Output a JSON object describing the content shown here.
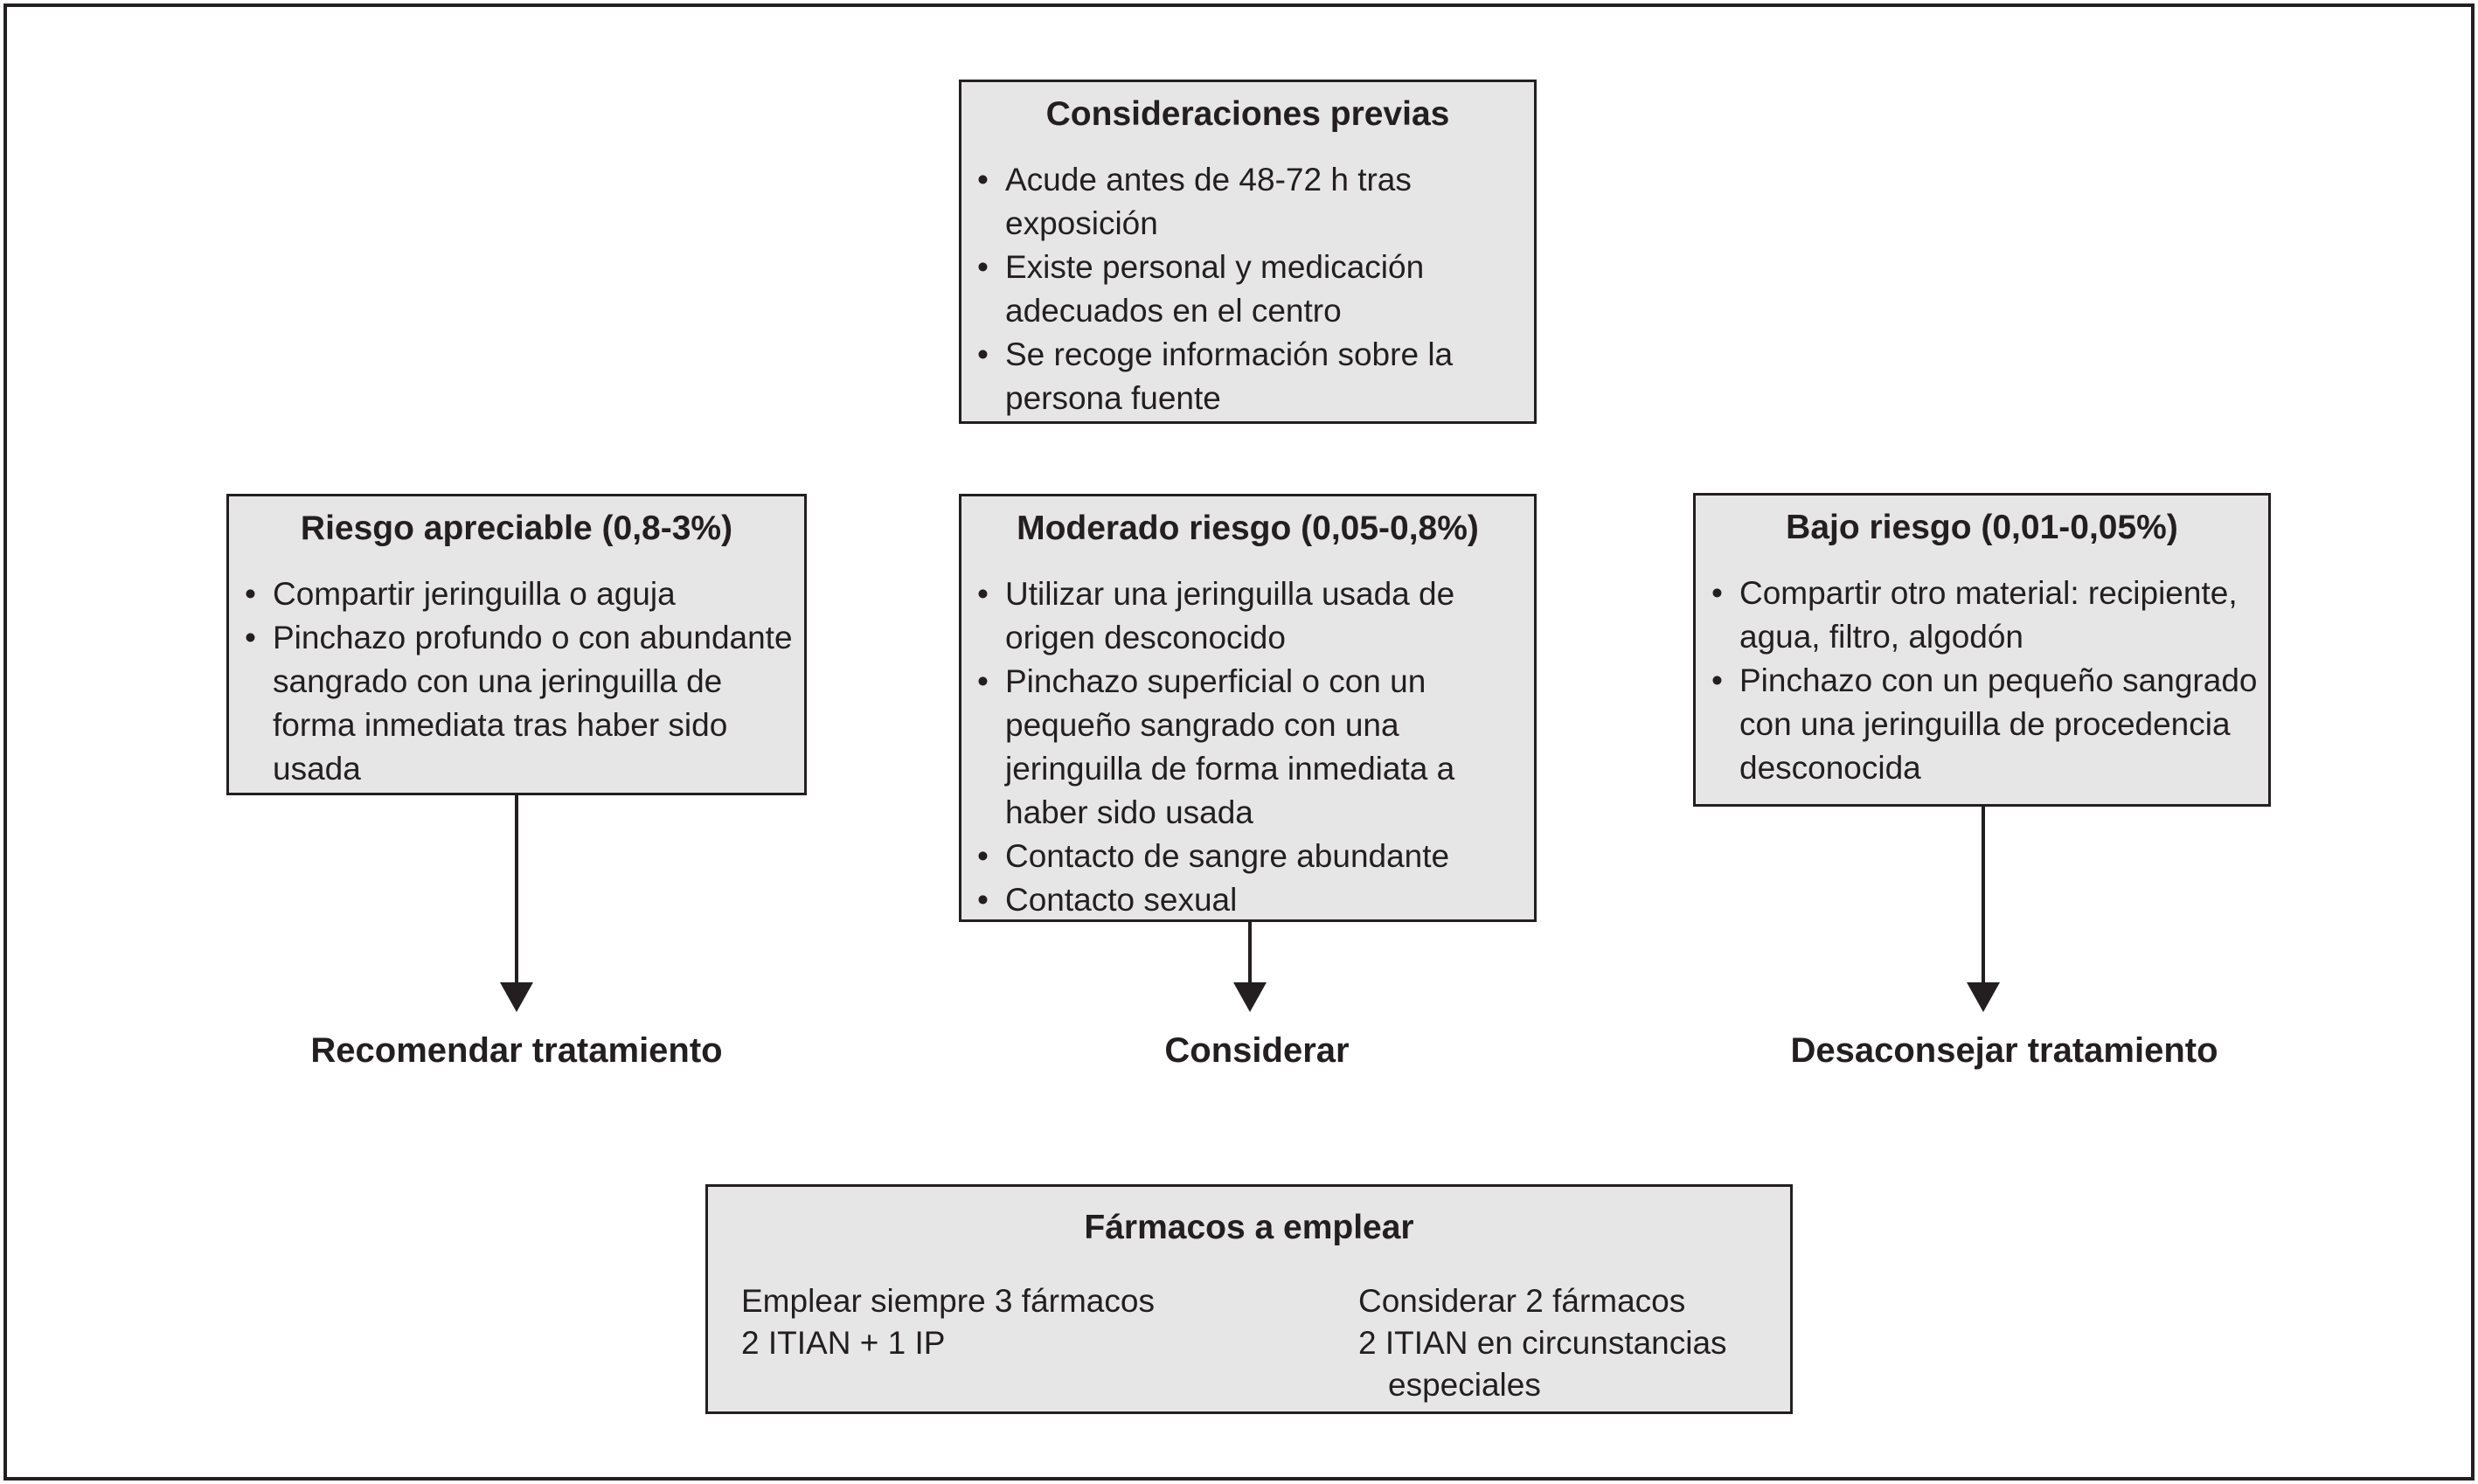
{
  "figure": {
    "background": "#ffffff",
    "frame_border_color": "#231f20",
    "box_fill": "#e6e6e6",
    "box_border_color": "#231f20",
    "text_color": "#231f20"
  },
  "boxes": {
    "consideraciones": {
      "title": "Consideraciones previas",
      "bullets": [
        "Acude antes de 48-72 h tras exposición",
        "Existe personal y medicación adecuados en el centro",
        "Se recoge información sobre la persona fuente"
      ]
    },
    "riesgo_apreciable": {
      "title": "Riesgo apreciable (0,8-3%)",
      "bullets": [
        "Compartir jeringuilla o aguja",
        "Pinchazo profundo o con abundante sangrado con una jeringuilla de forma inmediata tras haber sido usada"
      ],
      "outcome": "Recomendar tratamiento"
    },
    "moderado_riesgo": {
      "title": "Moderado riesgo (0,05-0,8%)",
      "bullets": [
        "Utilizar una jeringuilla usada de origen desconocido",
        "Pinchazo superficial o con un pequeño sangrado con una jeringuilla de forma inmediata a haber sido usada",
        "Contacto de sangre abundante",
        "Contacto sexual"
      ],
      "outcome": "Considerar"
    },
    "bajo_riesgo": {
      "title": "Bajo riesgo (0,01-0,05%)",
      "bullets": [
        "Compartir otro material: recipiente, agua, filtro, algodón",
        "Pinchazo con un pequeño sangrado con una jeringuilla de procedencia desconocida"
      ],
      "outcome": "Desaconsejar tratamiento"
    },
    "farmacos": {
      "title": "Fármacos a emplear",
      "col_left": [
        "Emplear siempre 3 fármacos",
        "2 ITIAN + 1 IP"
      ],
      "col_right": [
        "Considerar 2 fármacos",
        "2 ITIAN en circunstancias",
        "especiales"
      ]
    }
  }
}
